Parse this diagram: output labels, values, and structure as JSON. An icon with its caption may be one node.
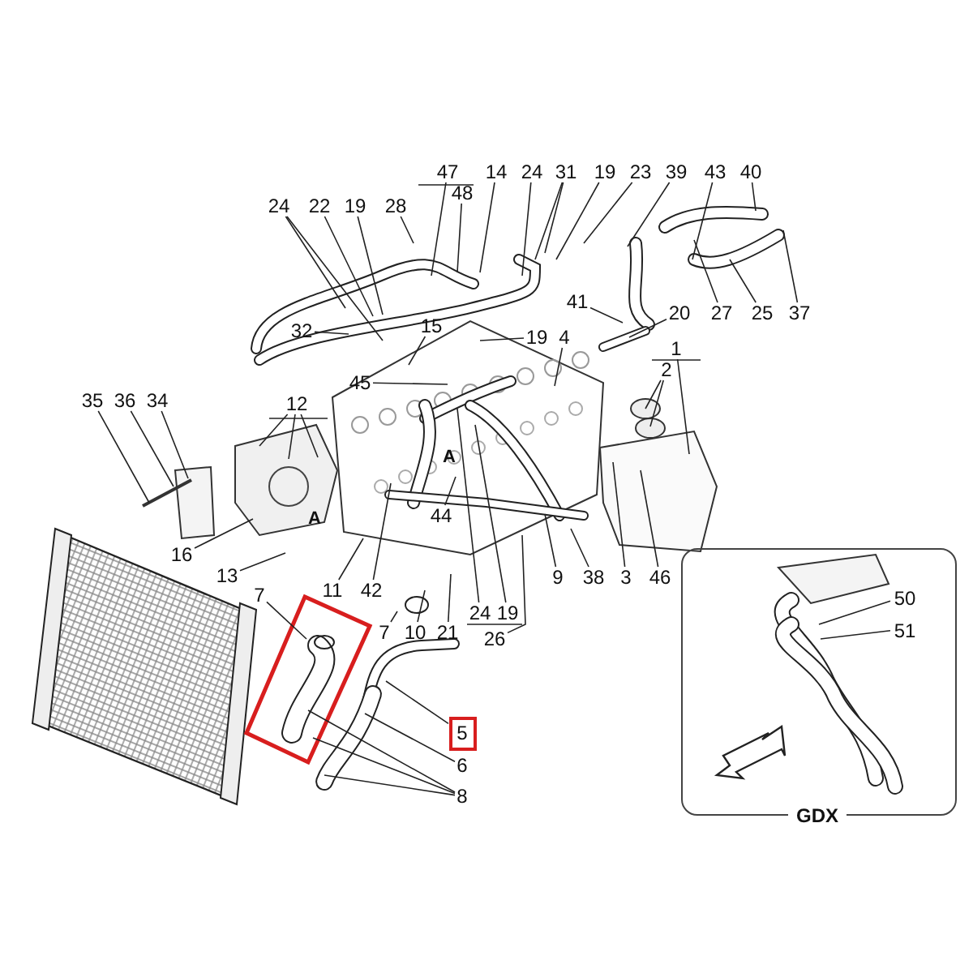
{
  "diagram": {
    "nodes": [
      {
        "text": [
          "47"
        ]
      },
      {
        "text": [
          "48"
        ]
      },
      {
        "text": [
          "14"
        ]
      },
      {
        "text": [
          "24"
        ]
      },
      {
        "text": [
          "31"
        ]
      },
      {
        "text": [
          "19"
        ]
      },
      {
        "text": [
          "23"
        ]
      },
      {
        "text": [
          "39"
        ]
      },
      {
        "text": [
          "43"
        ]
      },
      {
        "text": [
          "40"
        ]
      },
      {
        "text": [
          "24"
        ]
      },
      {
        "text": [
          "22"
        ]
      },
      {
        "text": [
          "19"
        ]
      },
      {
        "text": [
          "28"
        ]
      },
      {
        "text": [
          "32"
        ]
      },
      {
        "text": [
          "15"
        ]
      },
      {
        "text": [
          "19"
        ]
      },
      {
        "text": [
          "4"
        ]
      },
      {
        "text": [
          "41"
        ]
      },
      {
        "text": [
          "20"
        ]
      },
      {
        "text": [
          "27"
        ]
      },
      {
        "text": [
          "25"
        ]
      },
      {
        "text": [
          "37"
        ]
      },
      {
        "text": [
          "1"
        ]
      },
      {
        "text": [
          "2"
        ]
      },
      {
        "text": [
          "45"
        ]
      },
      {
        "text": [
          "35"
        ]
      },
      {
        "text": [
          "36"
        ]
      },
      {
        "text": [
          "34"
        ]
      },
      {
        "text": [
          "12"
        ]
      },
      {
        "text": [
          "16"
        ]
      },
      {
        "text": [
          "13"
        ]
      },
      {
        "text": [
          "44"
        ]
      },
      {
        "text": [
          "11"
        ]
      },
      {
        "text": [
          "42"
        ]
      },
      {
        "text": [
          "7"
        ]
      },
      {
        "text": [
          "7"
        ]
      },
      {
        "text": [
          "10"
        ]
      },
      {
        "text": [
          "21"
        ]
      },
      {
        "text": [
          "24"
        ]
      },
      {
        "text": [
          "19"
        ]
      },
      {
        "text": [
          "26"
        ]
      },
      {
        "text": [
          "9"
        ]
      },
      {
        "text": [
          "38"
        ]
      },
      {
        "text": [
          "3"
        ]
      },
      {
        "text": [
          "46"
        ]
      },
      {
        "text": [
          "5"
        ]
      },
      {
        "text": [
          "6"
        ]
      },
      {
        "text": [
          "8"
        ]
      },
      {
        "text": [
          "GDX"
        ]
      },
      {
        "text": [
          "50"
        ],
        "in": 49
      },
      {
        "text": [
          "51"
        ],
        "in": 49
      }
    ],
    "edges": [
      {
        "from": 0,
        "to": null,
        "arrow": "none"
      },
      {
        "from": 1,
        "to": null,
        "arrow": "none"
      },
      {
        "from": 2,
        "to": null,
        "arrow": "none"
      },
      {
        "from": 3,
        "to": null,
        "arrow": "none"
      },
      {
        "from": 4,
        "to": null,
        "arrow": "none"
      },
      {
        "from": 4,
        "to": null,
        "arrow": "none"
      },
      {
        "from": 5,
        "to": null,
        "arrow": "none"
      },
      {
        "from": 6,
        "to": null,
        "arrow": "none"
      },
      {
        "from": 7,
        "to": null,
        "arrow": "none"
      },
      {
        "from": 8,
        "to": null,
        "arrow": "none"
      },
      {
        "from": 9,
        "to": null,
        "arrow": "none"
      },
      {
        "from": 10,
        "to": null,
        "arrow": "none"
      },
      {
        "from": 10,
        "to": null,
        "arrow": "none"
      },
      {
        "from": 11,
        "to": null,
        "arrow": "none"
      },
      {
        "from": 12,
        "to": null,
        "arrow": "none"
      },
      {
        "from": 13,
        "to": null,
        "arrow": "none"
      },
      {
        "from": 14,
        "to": null,
        "arrow": "none"
      },
      {
        "from": 15,
        "to": null,
        "arrow": "none"
      },
      {
        "from": 16,
        "to": null,
        "arrow": "none"
      },
      {
        "from": 17,
        "to": null,
        "arrow": "none"
      },
      {
        "from": 18,
        "to": null,
        "arrow": "none"
      },
      {
        "from": 19,
        "to": null,
        "arrow": "none"
      },
      {
        "from": 20,
        "to": null,
        "arrow": "none"
      },
      {
        "from": 21,
        "to": null,
        "arrow": "none"
      },
      {
        "from": 22,
        "to": null,
        "arrow": "none"
      },
      {
        "from": 23,
        "to": null,
        "arrow": "none"
      },
      {
        "from": 24,
        "to": null,
        "arrow": "none"
      },
      {
        "from": 24,
        "to": null,
        "arrow": "none"
      },
      {
        "from": 25,
        "to": null,
        "arrow": "none"
      },
      {
        "from": 26,
        "to": null,
        "arrow": "none"
      },
      {
        "from": 27,
        "to": null,
        "arrow": "none"
      },
      {
        "from": 28,
        "to": null,
        "arrow": "none"
      },
      {
        "from": 29,
        "to": null,
        "arrow": "none"
      },
      {
        "from": 29,
        "to": null,
        "arrow": "none"
      },
      {
        "from": 29,
        "to": null,
        "arrow": "none"
      },
      {
        "from": 30,
        "to": null,
        "arrow": "none"
      },
      {
        "from": 31,
        "to": null,
        "arrow": "none"
      },
      {
        "from": 32,
        "to": null,
        "arrow": "none"
      },
      {
        "from": 33,
        "to": null,
        "arrow": "none"
      },
      {
        "from": 34,
        "to": null,
        "arrow": "none"
      },
      {
        "from": 35,
        "to": null,
        "arrow": "none"
      },
      {
        "from": 36,
        "to": null,
        "arrow": "none"
      },
      {
        "from": 37,
        "to": null,
        "arrow": "none"
      },
      {
        "from": 38,
        "to": null,
        "arrow": "none"
      },
      {
        "from": 39,
        "to": null,
        "arrow": "none"
      },
      {
        "from": 40,
        "to": null,
        "arrow": "none"
      },
      {
        "from": 41,
        "to": null,
        "arrow": "none"
      },
      {
        "from": 42,
        "to": null,
        "arrow": "none"
      },
      {
        "from": 43,
        "to": null,
        "arrow": "none"
      },
      {
        "from": 44,
        "to": null,
        "arrow": "none"
      },
      {
        "from": 45,
        "to": null,
        "arrow": "none"
      },
      {
        "from": 46,
        "to": null,
        "arrow": "none"
      },
      {
        "from": 47,
        "to": null,
        "arrow": "none"
      },
      {
        "from": 48,
        "to": null,
        "arrow": "none"
      },
      {
        "from": 48,
        "to": null,
        "arrow": "none"
      },
      {
        "from": 48,
        "to": null,
        "arrow": "none"
      },
      {
        "from": 50,
        "to": null,
        "arrow": "none"
      },
      {
        "from": 51,
        "to": null,
        "arrow": "none"
      }
    ],
    "labels": [
      "A",
      "A"
    ]
  }
}
